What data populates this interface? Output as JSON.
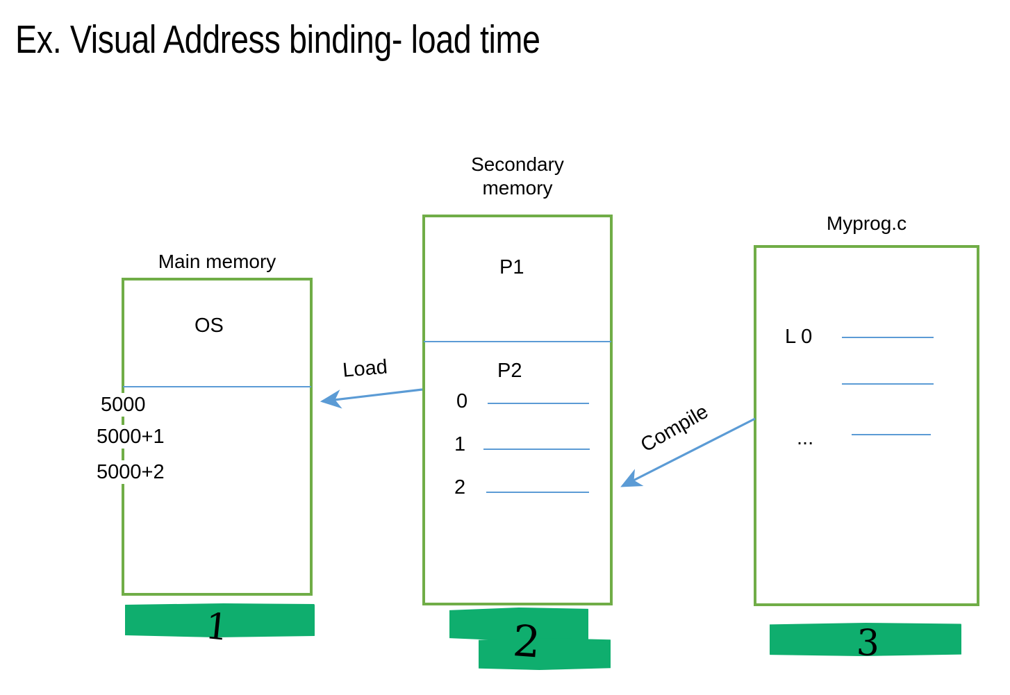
{
  "title": "Ex. Visual Address binding- load time",
  "main_memory": {
    "caption": "Main memory",
    "os_label": "OS",
    "addresses": [
      "5000",
      "5000+1",
      "5000+2"
    ]
  },
  "secondary_memory": {
    "caption": "Secondary\nmemory",
    "p1_label": "P1",
    "p2_label": "P2",
    "rows": [
      "0",
      "1",
      "2"
    ]
  },
  "myprog": {
    "caption": "Myprog.c",
    "first_line_label": "L 0",
    "ellipsis_label": "..."
  },
  "arrows": {
    "load_label": "Load",
    "compile_label": "Compile"
  },
  "annotations": {
    "marks": [
      "1",
      "2",
      "3"
    ]
  },
  "colors": {
    "box_border": "#70AD47",
    "rule_blue": "#5B9BD5",
    "highlighter_green": "#0FAE6E",
    "text": "#000000",
    "background": "#FFFFFF"
  }
}
